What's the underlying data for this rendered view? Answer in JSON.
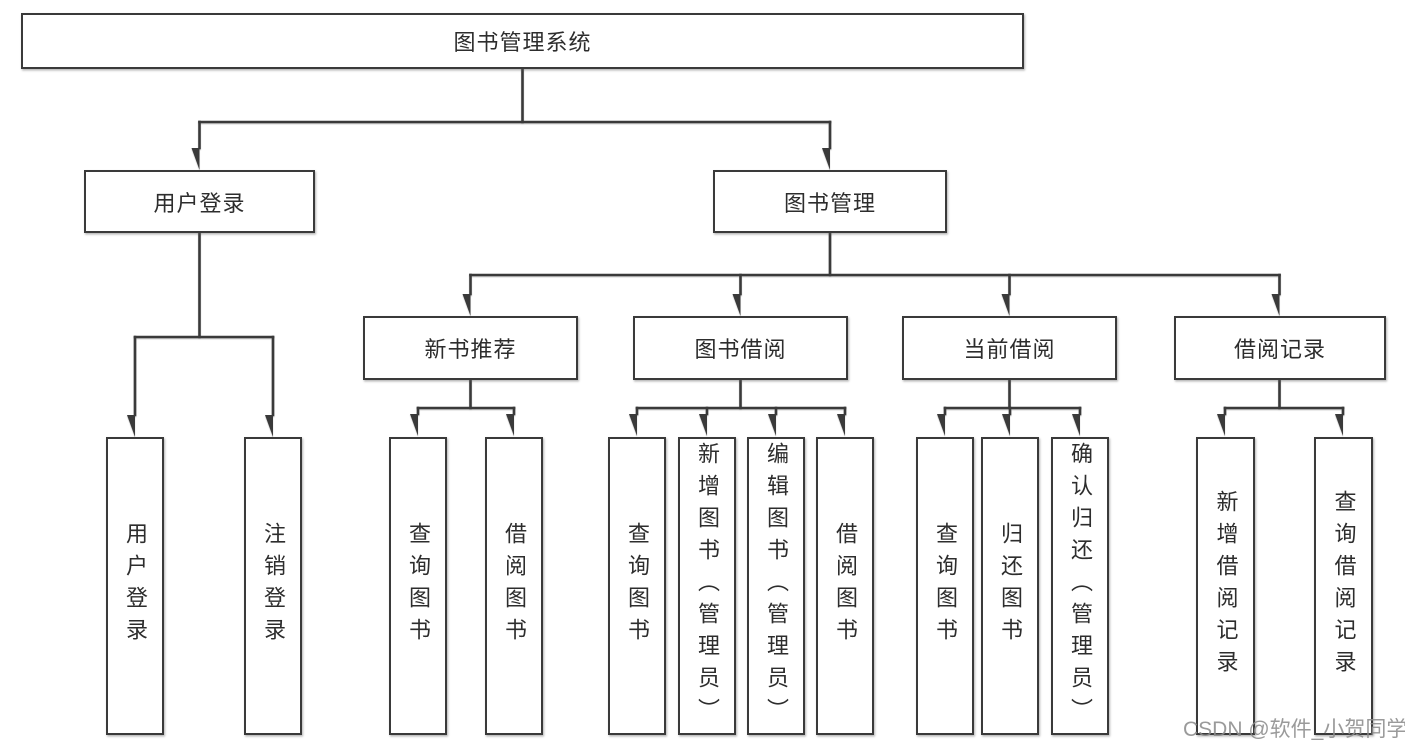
{
  "title": "图书管理系统",
  "colors": {
    "line": "#3a3a3a",
    "text": "#2d2d2d",
    "box_background": "#ffffff",
    "page_background": "#ffffff",
    "watermark": "#8c8c8c"
  },
  "watermark": {
    "text": "CSDN @软件_小贺同学"
  },
  "nodes": {
    "root": {
      "label": "图书管理系统"
    },
    "user_login": {
      "label": "用户登录"
    },
    "book_mgmt": {
      "label": "图书管理"
    },
    "leaf_user_login": {
      "label": "用户登录"
    },
    "leaf_logout": {
      "label": "注销登录"
    },
    "new_book": {
      "label": "新书推荐"
    },
    "book_borrow": {
      "label": "图书借阅"
    },
    "current_borrow": {
      "label": "当前借阅"
    },
    "borrow_record": {
      "label": "借阅记录"
    },
    "nb_query": {
      "label": "查询图书"
    },
    "nb_borrow": {
      "label": "借阅图书"
    },
    "bb_query": {
      "label": "查询图书"
    },
    "bb_add": {
      "label": "新增图书（管理员）"
    },
    "bb_edit": {
      "label": "编辑图书（管理员）"
    },
    "bb_borrow": {
      "label": "借阅图书"
    },
    "cb_query": {
      "label": "查询图书"
    },
    "cb_return": {
      "label": "归还图书"
    },
    "cb_confirm": {
      "label": "确认归还（管理员）"
    },
    "br_add": {
      "label": "新增借阅记录"
    },
    "br_query": {
      "label": "查询借阅记录"
    }
  },
  "hierarchy": {
    "图书管理系统": {
      "用户登录": [
        "用户登录",
        "注销登录"
      ],
      "图书管理": {
        "新书推荐": [
          "查询图书",
          "借阅图书"
        ],
        "图书借阅": [
          "查询图书",
          "新增图书（管理员）",
          "编辑图书（管理员）",
          "借阅图书"
        ],
        "当前借阅": [
          "查询图书",
          "归还图书",
          "确认归还（管理员）"
        ],
        "借阅记录": [
          "新增借阅记录",
          "查询借阅记录"
        ]
      }
    }
  }
}
